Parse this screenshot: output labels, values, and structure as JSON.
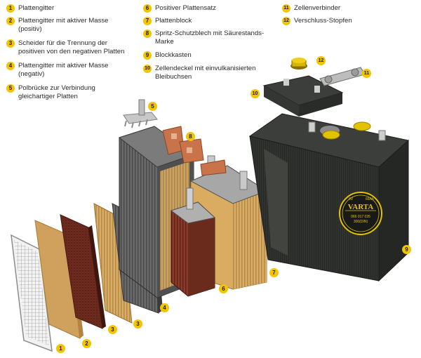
{
  "legend": [
    {
      "num": "1",
      "lines": [
        "Plattengitter"
      ]
    },
    {
      "num": "2",
      "lines": [
        "Plattengitter mit aktiver Masse",
        "(positiv)"
      ]
    },
    {
      "num": "3",
      "lines": [
        "Scheider für die Trennung der",
        "positiven von den negativen Platten"
      ]
    },
    {
      "num": "4",
      "lines": [
        "Plattengitter mit aktiver Masse",
        "(negativ)"
      ]
    },
    {
      "num": "5",
      "lines": [
        "Polbrücke zur Verbindung",
        "gleichartiger Platten"
      ]
    },
    {
      "num": "6",
      "lines": [
        "Positiver Plattensatz"
      ]
    },
    {
      "num": "7",
      "lines": [
        "Plattenblock"
      ]
    },
    {
      "num": "8",
      "lines": [
        "Spritz-Schutzblech mit Säurestands-",
        "Marke"
      ]
    },
    {
      "num": "9",
      "lines": [
        "Blockkasten"
      ]
    },
    {
      "num": "10",
      "lines": [
        "Zellendeckel mit einvulkanisierten",
        "Bleibuchsen"
      ]
    },
    {
      "num": "11",
      "lines": [
        "Zellenverbinder"
      ]
    },
    {
      "num": "12",
      "lines": [
        "Verschluss-Stopfen"
      ]
    }
  ],
  "callouts": [
    "1",
    "2",
    "3",
    "3",
    "4",
    "5",
    "6",
    "7",
    "8",
    "9",
    "10",
    "11",
    "12"
  ],
  "battery_label": {
    "top_left": "6V",
    "top_right": "66Ah",
    "brand": "VARTA",
    "line1": "066 017 035",
    "line2": "300(DIN)"
  },
  "colors": {
    "badge": "#f2c500",
    "battery": "#2b2e2a",
    "wood_separator": "#c99a55",
    "negative_plate": "#5e5e5e",
    "positive_plate": "#7a2f20",
    "copper": "#c8734a"
  }
}
